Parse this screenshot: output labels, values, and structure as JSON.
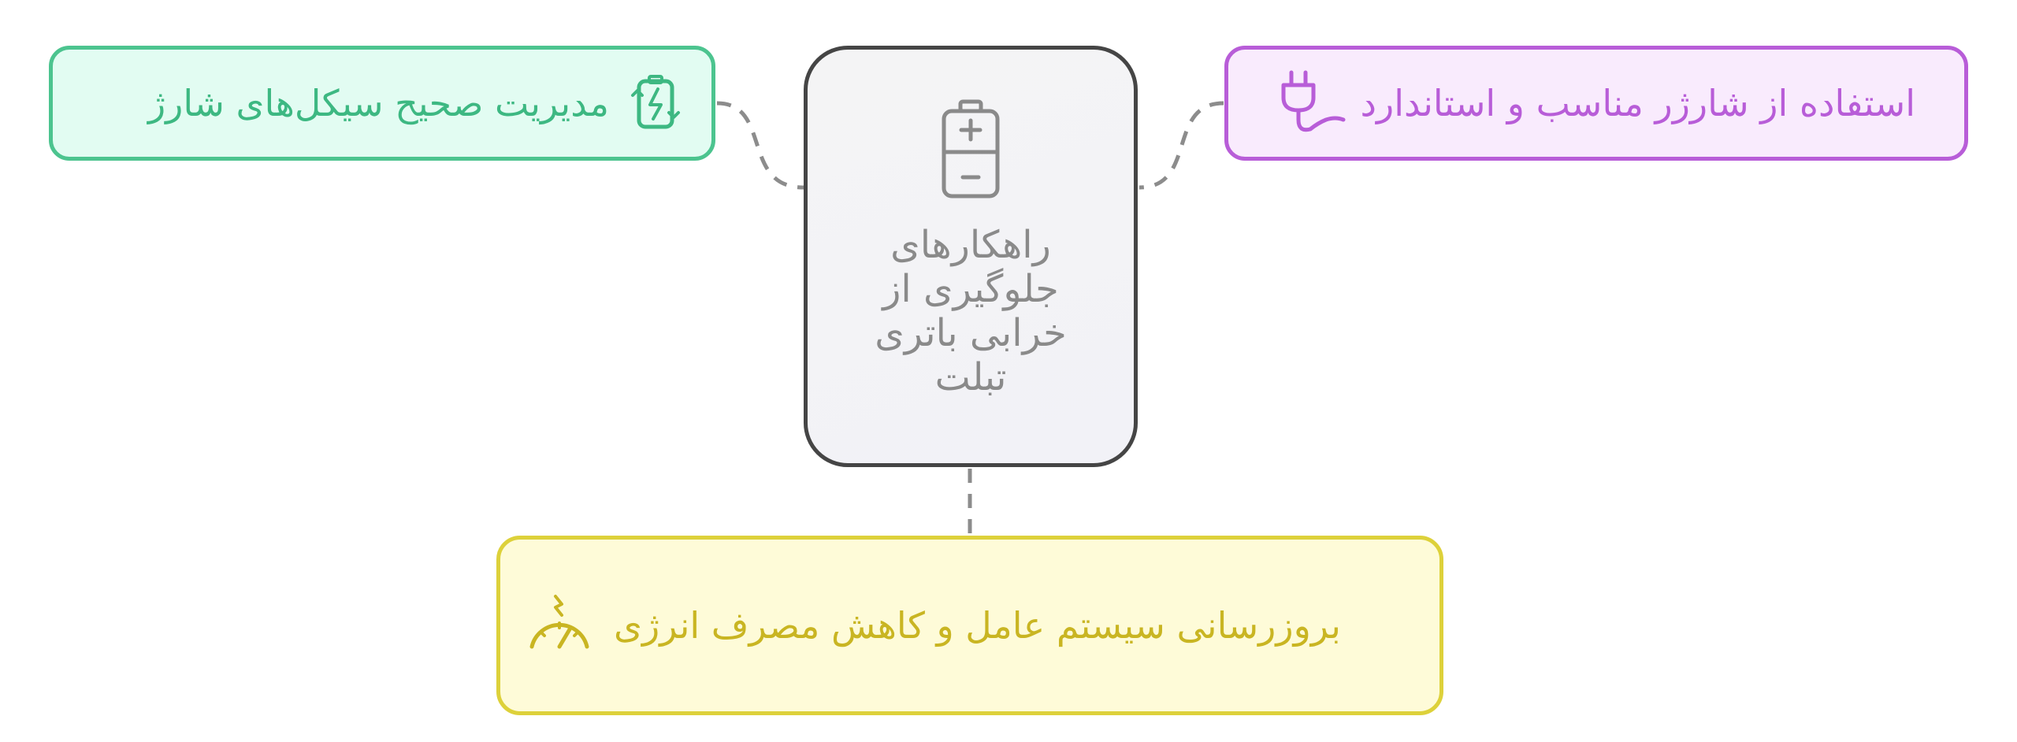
{
  "diagram": {
    "center": {
      "title": "راهکارهای جلوگیری از خرابی باتری تبلت",
      "icon": "battery-icon",
      "color": "#454545"
    },
    "nodes": [
      {
        "id": "charge-cycles",
        "label": "مدیریت صحیح سیکل‌های شارژ",
        "icon": "battery-cycle-icon",
        "border_color": "#4cc48f",
        "fill_color": "#e2fcf2",
        "text_color": "#3db882"
      },
      {
        "id": "proper-charger",
        "label": "استفاده از شارژر مناسب و استاندارد",
        "icon": "plug-icon",
        "border_color": "#b85dd8",
        "fill_color": "#f9ebfd",
        "text_color": "#b85dd8"
      },
      {
        "id": "os-update",
        "label": "بروزرسانی سیستم عامل و کاهش مصرف انرژی",
        "icon": "speedometer-icon",
        "border_color": "#ddd13a",
        "fill_color": "#fefbd8",
        "text_color": "#c9b522"
      }
    ],
    "connector_color": "#8c8c8c"
  }
}
